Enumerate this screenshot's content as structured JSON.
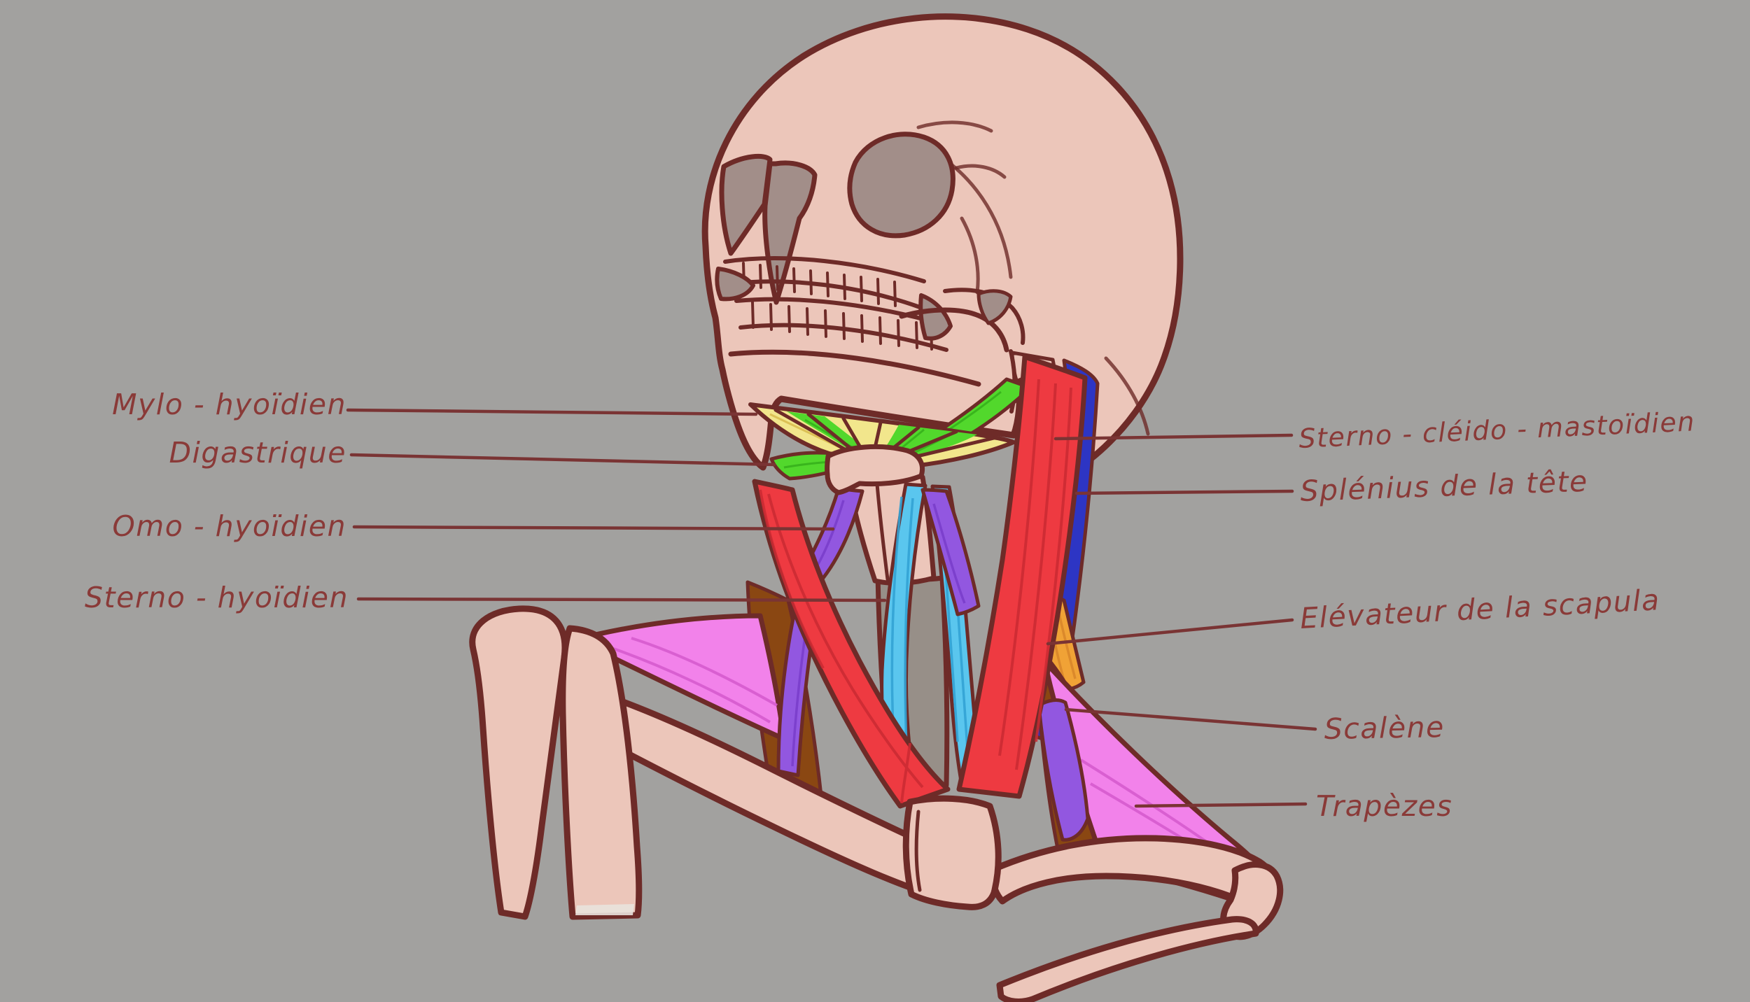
{
  "scene": {
    "type": "hand-drawn anatomy study",
    "subject": "Muscles du cou — neck muscles on a tilted skull with shoulder girdle",
    "background_color": "#a2a19f",
    "outline_color": "#6e2b28",
    "bone_color": "#ecc6ba",
    "cavity_color": "#a28e89",
    "trachea_color": "#978f88",
    "label_text_color": "#8a3a38",
    "leader_line_color": "#7a3434"
  },
  "labels": {
    "left": [
      {
        "id": "mylo-hyoidien",
        "text": "Mylo - hyoïdien"
      },
      {
        "id": "digastrique",
        "text": "Digastrique"
      },
      {
        "id": "omo-hyoidien",
        "text": "Omo - hyoïdien"
      },
      {
        "id": "sterno-hyoidien",
        "text": "Sterno - hyoïdien"
      }
    ],
    "right": [
      {
        "id": "sterno-cleido-mastoidien",
        "text": "Sterno - cléido - mastoïdien"
      },
      {
        "id": "splenius-de-la-tete",
        "text": "Splénius de la tête"
      },
      {
        "id": "elevateur-de-la-scapula",
        "text": "Elévateur de la scapula"
      },
      {
        "id": "scalene",
        "text": "Scalène"
      },
      {
        "id": "trapezes",
        "text": "Trapèzes"
      }
    ]
  },
  "muscle_colors": {
    "mylo_hyoidien": "#f2e68c",
    "digastrique": "#52d82c",
    "omo_hyoidien": "#9257e0",
    "sterno_hyoidien": "#5ac6ee",
    "sterno_cleido_mastoidien": "#ee3a41",
    "splenius": "#2d35c4",
    "elevateur_scapula": "#f0a236",
    "scalene": "#8a4712",
    "trapezes": "#f282ea"
  }
}
